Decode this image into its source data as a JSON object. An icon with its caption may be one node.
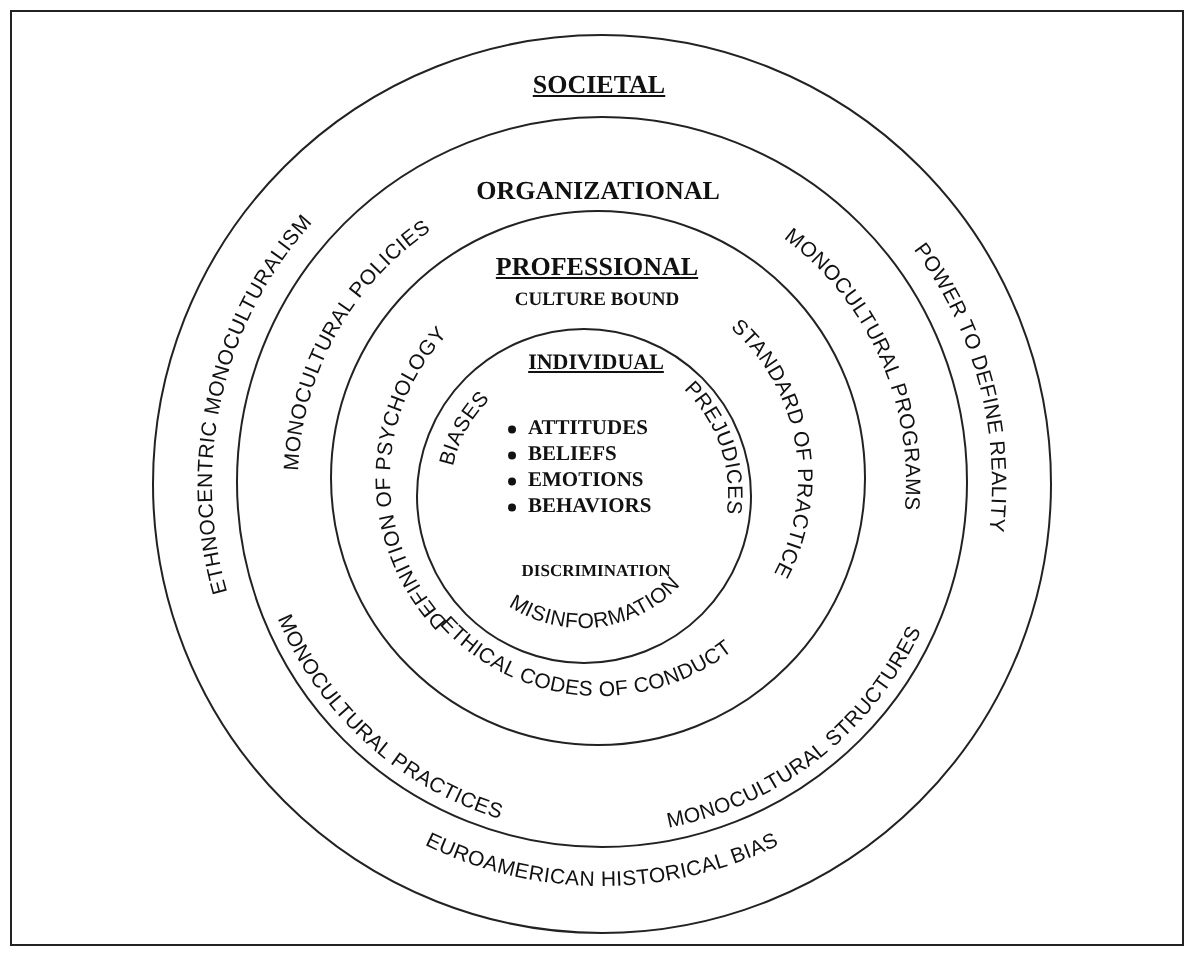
{
  "diagram": {
    "nodes": [
      {
        "text": [
          "SOCIETAL",
          "EUROAMERICAN HISTORICAL BIAS"
        ]
      },
      {
        "text": [
          "ORGANIZATIONAL"
        ],
        "in": 0
      },
      {
        "text": [
          "PROFESSIONAL",
          "CULTURE BOUND",
          "DEFINITION OF PSYCHOLOGY",
          "STANDARD OF PRACTICE"
        ],
        "in": 1
      },
      {
        "text": [
          "INDIVIDUAL",
          "BIASES",
          "PREJUDICES",
          "ATTITUDES",
          "BELIEFS",
          "EMOTIONS",
          "BEHAVIORS",
          "DISCRIMINATION",
          "MISINFORMATION"
        ],
        "in": 2
      }
    ],
    "labels": [
      "ETHNOCENTRIC MONOCULTURALISM",
      "MONOCULTURAL POLICIES",
      "MONOCULTURAL PROGRAMS",
      "POWER TO DEFINE REALITY",
      "MONOCULTURAL PRACTICES",
      "ETHICAL CODES OF CONDUCT",
      "MONOCULTURAL STRUCTURES"
    ]
  }
}
